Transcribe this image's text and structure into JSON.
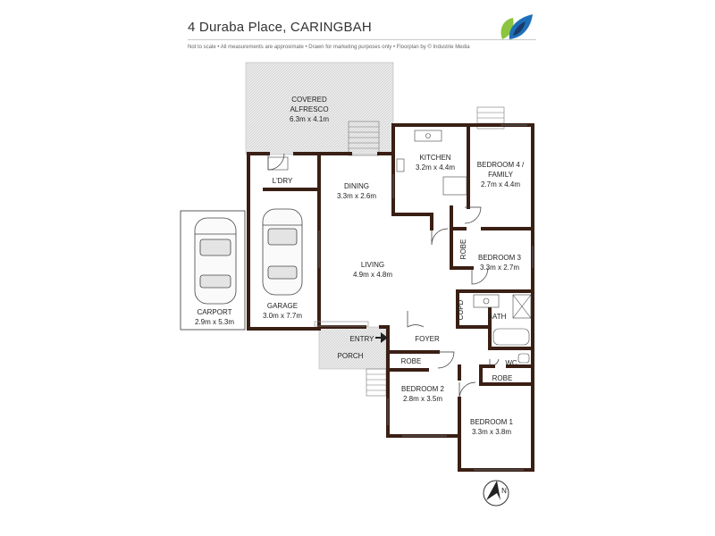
{
  "header": {
    "title": "4 Duraba Place, CARINGBAH",
    "subtitle": "Not to scale  •  All measurements are approximate  •  Drawn for marketing purposes only  •  Floorplan by © Industrie Media"
  },
  "brand": {
    "logo_green": "#8bc53f",
    "logo_blue": "#1f6fb8",
    "logo_dark": "#183b6b"
  },
  "rooms": {
    "alfresco": {
      "name": "COVERED\nALFRESCO",
      "name1": "COVERED",
      "name2": "ALFRESCO",
      "size": "6.3m x 4.1m"
    },
    "kitchen": {
      "name": "KITCHEN",
      "size": "3.2m x 4.4m"
    },
    "bed4": {
      "name1": "BEDROOM 4 /",
      "name2": "FAMILY",
      "size": "2.7m x 4.4m"
    },
    "ldry": {
      "name": "L'DRY"
    },
    "dining": {
      "name": "DINING",
      "size": "3.3m x 2.6m"
    },
    "living": {
      "name": "LIVING",
      "size": "4.9m x 4.8m"
    },
    "bed3": {
      "name": "BEDROOM 3",
      "size": "3.3m x 2.7m"
    },
    "robe_bed3": {
      "name": "ROBE"
    },
    "cupd": {
      "name": "CUPD"
    },
    "bath": {
      "name": "BATH"
    },
    "wc": {
      "name": "WC"
    },
    "garage": {
      "name": "GARAGE",
      "size": "3.0m x 7.7m"
    },
    "carport": {
      "name": "CARPORT",
      "size": "2.9m x 5.3m"
    },
    "entry": {
      "name": "ENTRY"
    },
    "foyer": {
      "name": "FOYER"
    },
    "porch": {
      "name": "PORCH"
    },
    "robe_bed2": {
      "name": "ROBE"
    },
    "bed2": {
      "name": "BEDROOM 2",
      "size": "2.8m x 3.5m"
    },
    "robe_bed1": {
      "name": "ROBE"
    },
    "bed1": {
      "name": "BEDROOM 1",
      "size": "3.3m x 3.8m"
    }
  },
  "compass": {
    "label": "N"
  }
}
